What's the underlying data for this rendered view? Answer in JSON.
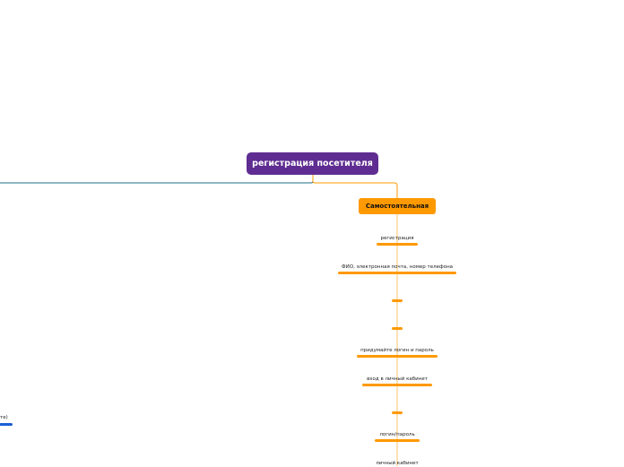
{
  "root": {
    "label": "регистрация посетителя"
  },
  "branch": {
    "title": "Самостоятельная",
    "items": [
      "регистрация",
      "ФИО, электронная почта, номер телефона",
      "",
      "",
      "придумайте логин и пароль",
      "вход в личный кабинет",
      "",
      "логин/пароль",
      "личный кабинет"
    ]
  },
  "left_fragment": {
    "label": "те)"
  },
  "colors": {
    "root": "#5f2d91",
    "branch": "#ff9900",
    "left_connector": "#1f6f8b",
    "left_bar": "#1a5fd6"
  }
}
